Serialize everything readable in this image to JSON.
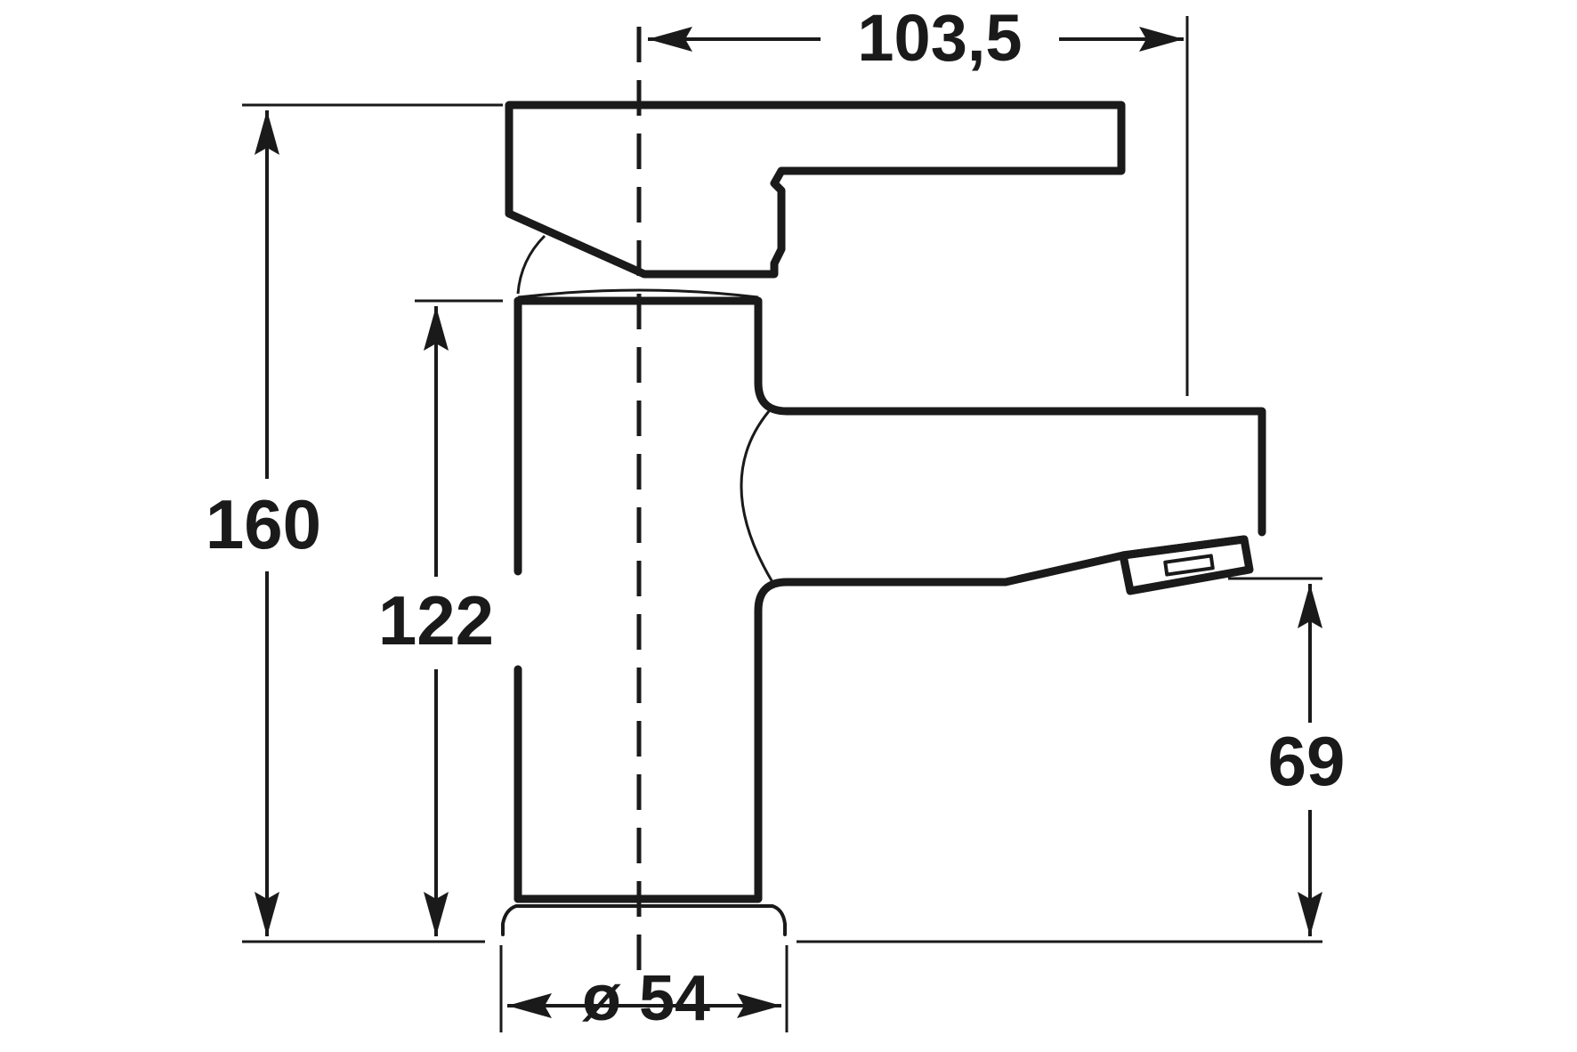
{
  "drawing": {
    "subject": "faucet-side-view",
    "line_color": "#1a1a1a",
    "background": "#ffffff"
  },
  "dimensions": {
    "spout_reach": "103,5",
    "total_height": "160",
    "body_height": "122",
    "spout_height": "69",
    "base_diameter": "ø 54"
  }
}
